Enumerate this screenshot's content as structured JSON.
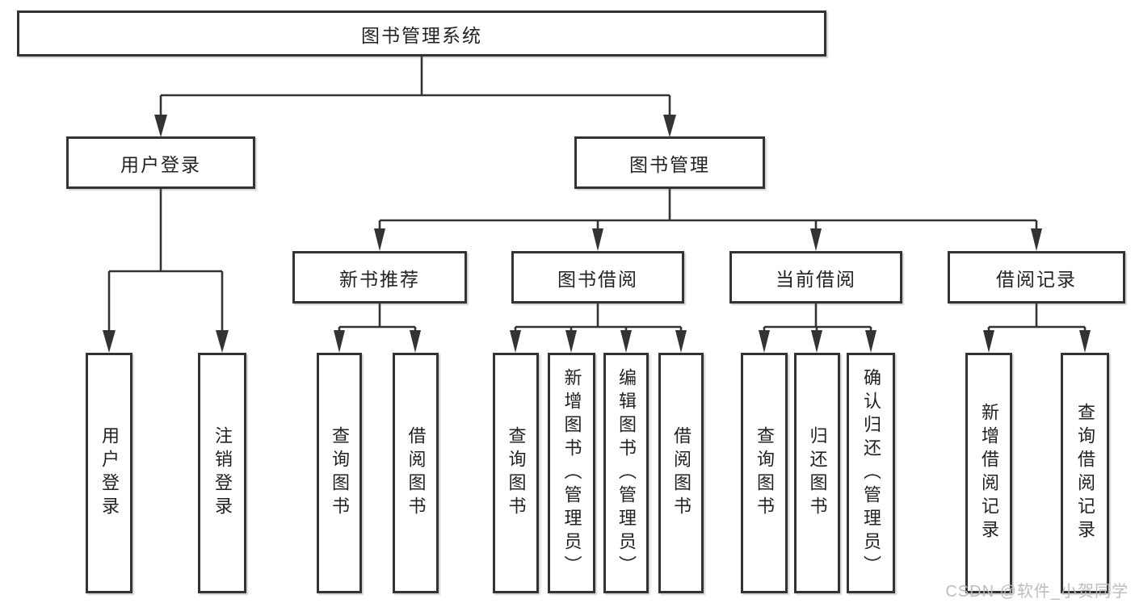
{
  "diagram": {
    "watermark": "CSDN @软件_小贺同学",
    "colors": {
      "line": "#333333",
      "box_border": "#333333",
      "text": "#222222",
      "watermark": "#b9b9b9",
      "background": "#ffffff"
    },
    "nodes": {
      "root": {
        "label": "图书管理系统"
      },
      "user_login": {
        "label": "用户登录"
      },
      "book_management": {
        "label": "图书管理"
      },
      "new_book_recommend": {
        "label": "新书推荐"
      },
      "book_borrowing": {
        "label": "图书借阅"
      },
      "current_borrowing": {
        "label": "当前借阅"
      },
      "borrowing_records": {
        "label": "借阅记录"
      },
      "user_login_leaf": {
        "label": "用户登录"
      },
      "logout_leaf": {
        "label": "注销登录"
      },
      "nb_query_books": {
        "label": "查询图书"
      },
      "nb_borrow_books": {
        "label": "借阅图书"
      },
      "bb_query_books": {
        "label": "查询图书"
      },
      "bb_add_books": {
        "label": "新增图书（管理员）"
      },
      "bb_edit_books": {
        "label": "编辑图书（管理员）"
      },
      "bb_borrow_books": {
        "label": "借阅图书"
      },
      "cb_query_books": {
        "label": "查询图书"
      },
      "cb_return_books": {
        "label": "归还图书"
      },
      "cb_confirm_return": {
        "label": "确认归还（管理员）"
      },
      "br_add_record": {
        "label": "新增借阅记录"
      },
      "br_query_record": {
        "label": "查询借阅记录"
      }
    }
  }
}
